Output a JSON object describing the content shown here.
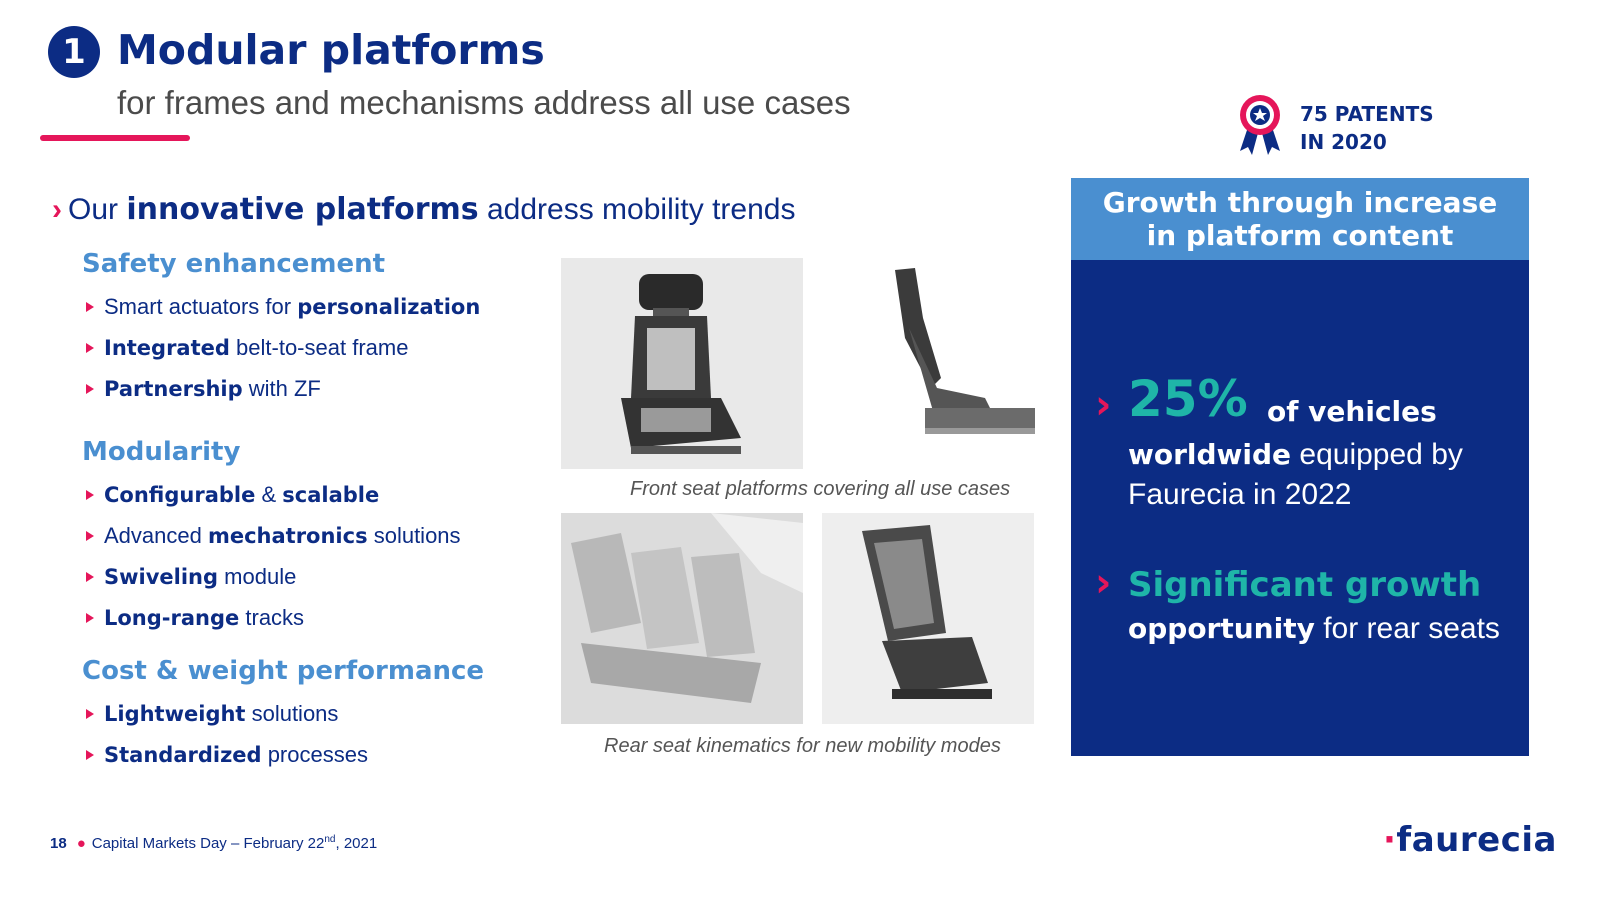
{
  "title": {
    "number": "1",
    "main": "Modular platforms",
    "sub": "for frames and mechanisms address all use cases"
  },
  "patents": {
    "line1": "75 PATENTS",
    "line2": "IN 2020",
    "icon": "award-ribbon-icon"
  },
  "intro": {
    "pre": "Our ",
    "bold": "innovative platforms",
    "post": " address mobility trends"
  },
  "sections": [
    {
      "heading": "Safety enhancement",
      "bullets": [
        {
          "pre": "Smart actuators for ",
          "bold": "personalization",
          "post": ""
        },
        {
          "pre": "",
          "bold": "Integrated",
          "post": " belt-to-seat frame"
        },
        {
          "pre": "",
          "bold": "Partnership",
          "post": " with ZF"
        }
      ]
    },
    {
      "heading": "Modularity",
      "bullets": [
        {
          "pre": "",
          "bold": "Configurable",
          "mid": " & ",
          "bold2": "scalable",
          "post": ""
        },
        {
          "pre": "Advanced ",
          "bold": "mechatronics",
          "post": " solutions"
        },
        {
          "pre": "",
          "bold": "Swiveling",
          "post": " module"
        },
        {
          "pre": "",
          "bold": "Long-range",
          "post": " tracks"
        }
      ]
    },
    {
      "heading": "Cost & weight performance",
      "bullets": [
        {
          "pre": "",
          "bold": "Lightweight",
          "post": " solutions"
        },
        {
          "pre": "",
          "bold": "Standardized",
          "post": " processes"
        }
      ]
    }
  ],
  "captions": {
    "front": "Front seat platforms covering all use cases",
    "rear": "Rear seat kinematics for new mobility modes"
  },
  "panel": {
    "heading_line1": "Growth through increase",
    "heading_line2": "in platform content",
    "stat1_value": "25%",
    "stat1_text": "of vehicles",
    "stat1_line2_bold": "worldwide",
    "stat1_line2_rest": " equipped by",
    "stat1_line3": "Faurecia in 2022",
    "stat2_bold": "Significant growth",
    "stat2_line2_bold": "opportunity",
    "stat2_line2_rest": " for rear seats"
  },
  "footer": {
    "page": "18",
    "text_pre": "Capital Markets Day – February 22",
    "text_sup": "nd",
    "text_post": ", 2021"
  },
  "logo": {
    "text": "faurecia"
  },
  "colors": {
    "navy": "#0c2c84",
    "accent_pink": "#e5165a",
    "light_blue": "#4a8fd0",
    "teal": "#1fb5a8"
  }
}
